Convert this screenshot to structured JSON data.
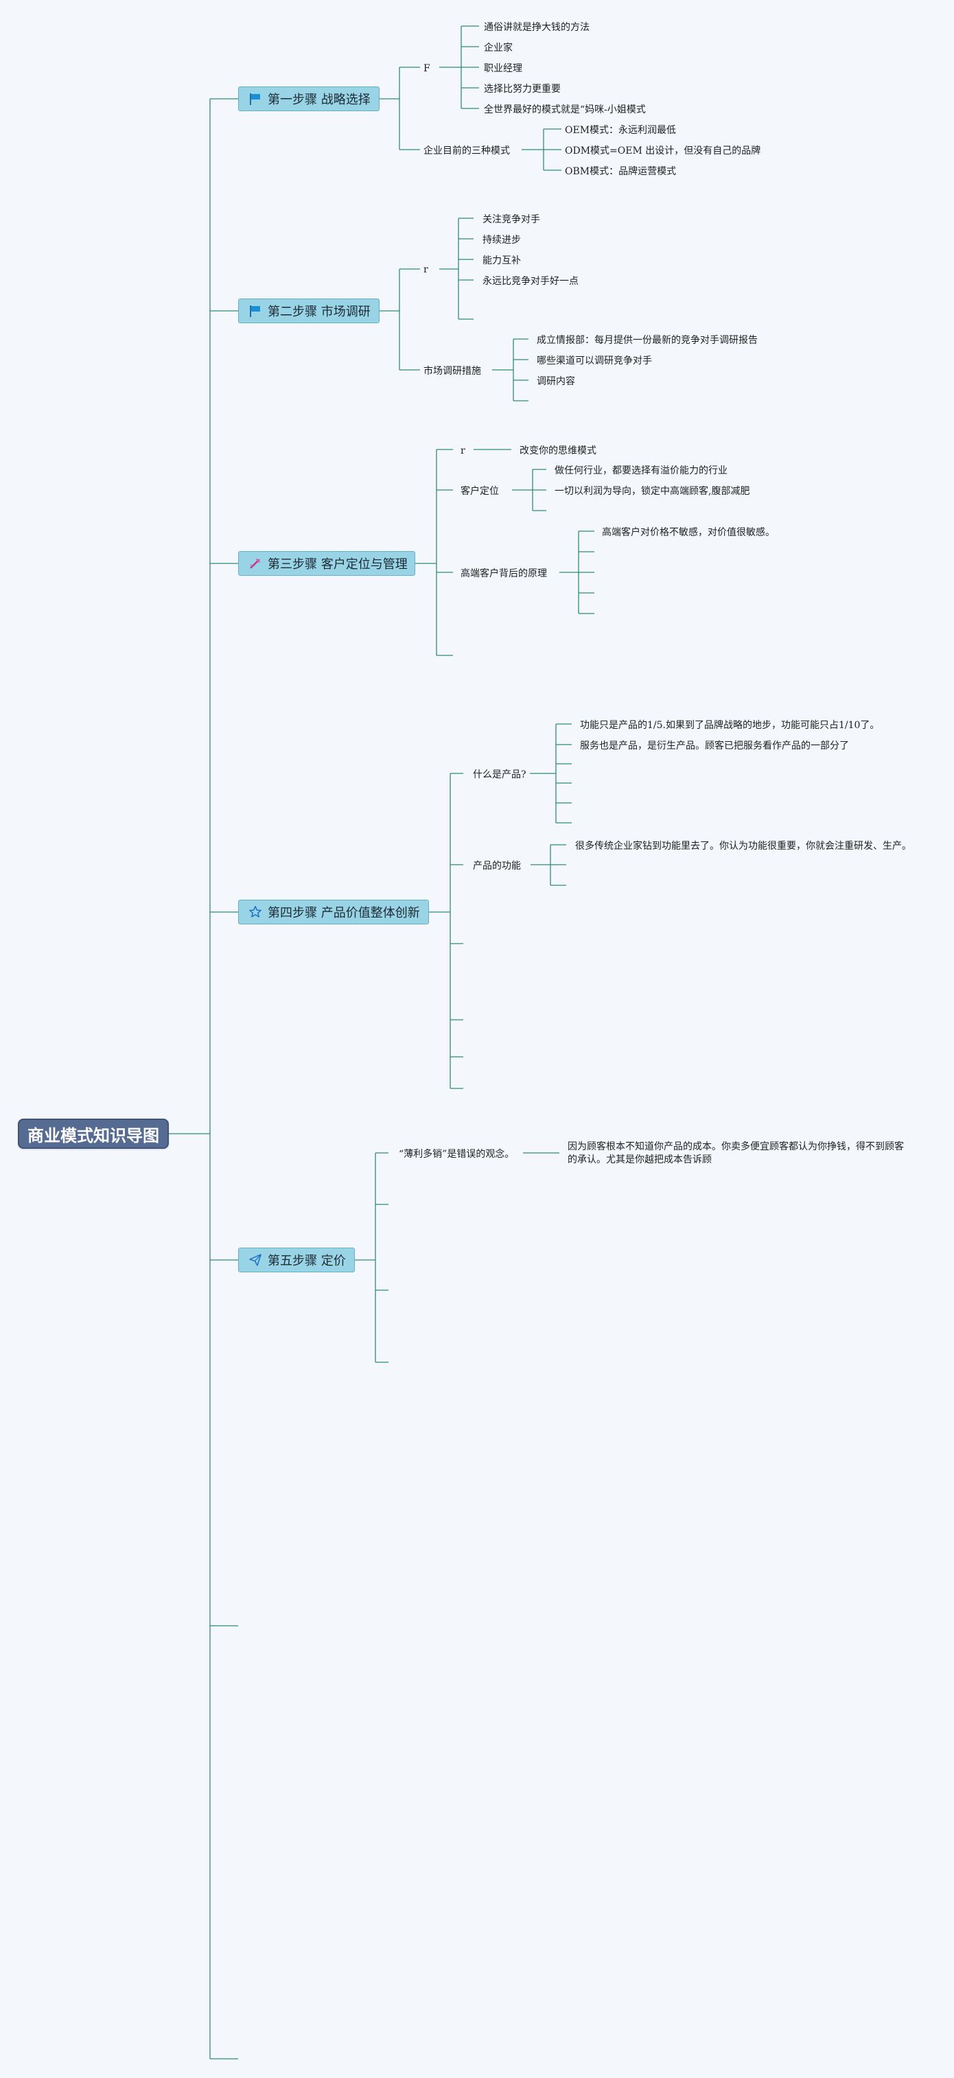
{
  "root": {
    "title": "商业模式知识导图"
  },
  "steps": [
    {
      "title": "第一步骤 战略选择",
      "icon": "flag-icon",
      "groups": [
        {
          "label": "F",
          "items": [
            "通俗讲就是挣大钱的方法",
            "企业家",
            "职业经理",
            "选择比努力更重要",
            "全世界最好的模式就是“妈咪-小姐模式"
          ]
        },
        {
          "label": "企业目前的三种模式",
          "items": [
            "OEM模式：永远利润最低",
            "ODM模式=OEM 出设计，但没有自己的品牌",
            "OBM模式：品牌运营模式"
          ]
        }
      ]
    },
    {
      "title": "第二步骤 市场调研",
      "icon": "flag-icon",
      "groups": [
        {
          "label": "r",
          "items": [
            "关注竞争对手",
            "持续进步",
            "能力互补",
            "永远比竞争对手好一点",
            ""
          ]
        },
        {
          "label": "市场调研措施",
          "items": [
            "成立情报部：每月提供一份最新的竞争对手调研报告",
            "哪些渠道可以调研竞争对手",
            "调研内容",
            ""
          ]
        }
      ]
    },
    {
      "title": "第三步骤 客户定位与管理",
      "icon": "pencil-icon",
      "groups": [
        {
          "label": "r",
          "items": [
            "改变你的思维模式"
          ]
        },
        {
          "label": "客户定位",
          "items": [
            "做任何行业，都要选择有溢价能力的行业",
            "一切以利润为导向，锁定中高端顾客,腹部减肥",
            ""
          ]
        },
        {
          "label": "高端客户背后的原理",
          "items": [
            "高端客户对价格不敏感，对价值很敏感。",
            "",
            "",
            "",
            ""
          ]
        }
      ]
    },
    {
      "title": "第四步骤 产品价值整体创新",
      "icon": "star-icon",
      "groups": [
        {
          "label": "什么是产品?",
          "items": [
            "功能只是产品的1/5.如果到了品牌战略的地步，功能可能只占1/10了。",
            "服务也是产品，是衍生产品。顾客已把服务看作产品的一部分了",
            "",
            "",
            "",
            ""
          ]
        },
        {
          "label": "产品的功能",
          "items": [
            "很多传统企业家钻到功能里去了。你认为功能很重要，你就会注重研发、生产。",
            "",
            ""
          ]
        }
      ]
    },
    {
      "title": "第五步骤 定价",
      "icon": "paper-plane-icon",
      "groups": [
        {
          "label": "“薄利多销”是错误的观念。",
          "items": [
            "因为顾客根本不知道你产品的成本。你卖多便宜顾客都认为你挣钱，得不到顾客的承认。尤其是你越把成本告诉顾"
          ]
        }
      ]
    }
  ]
}
